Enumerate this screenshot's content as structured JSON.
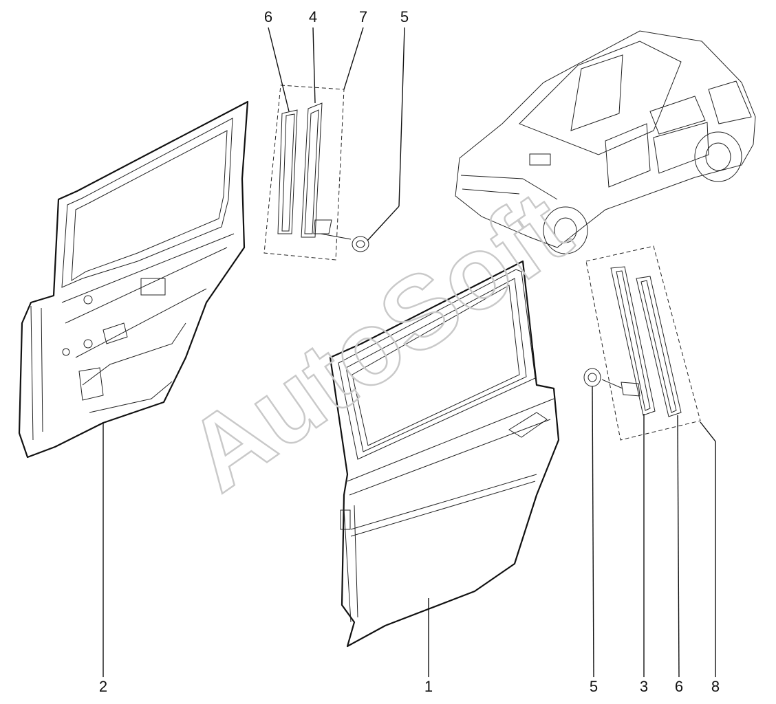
{
  "watermark": "AutoSoft",
  "callouts": {
    "top_6": "6",
    "top_4": "4",
    "top_7": "7",
    "top_5": "5",
    "bottom_2": "2",
    "bottom_1": "1",
    "bottom_5": "5",
    "bottom_3": "3",
    "bottom_6": "6",
    "bottom_8": "8"
  }
}
